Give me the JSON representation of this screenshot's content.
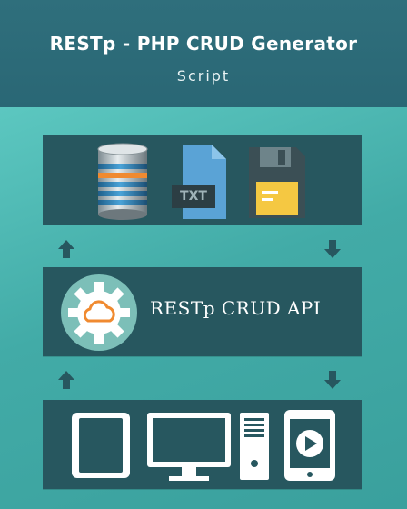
{
  "header": {
    "title": "RESTp - PHP CRUD Generator",
    "subtitle": "Script"
  },
  "diagram": {
    "sources": {
      "icons": [
        "database-icon",
        "txt-file-icon",
        "floppy-disk-icon"
      ],
      "txt_label": "TXT"
    },
    "api": {
      "label": "RESTp  CRUD API",
      "icon": "gear-cloud-icon"
    },
    "clients": {
      "icons": [
        "tablet-icon",
        "monitor-icon",
        "desktop-tower-icon",
        "smartphone-video-icon"
      ]
    },
    "arrows": [
      "up",
      "down",
      "up",
      "down"
    ],
    "colors": {
      "panel": "#27575f",
      "header": "#2f6f7c",
      "background": "#4fb8b4",
      "accent_orange": "#f08a30",
      "file_blue": "#5aa3d6",
      "floppy_yellow": "#f5c842"
    }
  }
}
